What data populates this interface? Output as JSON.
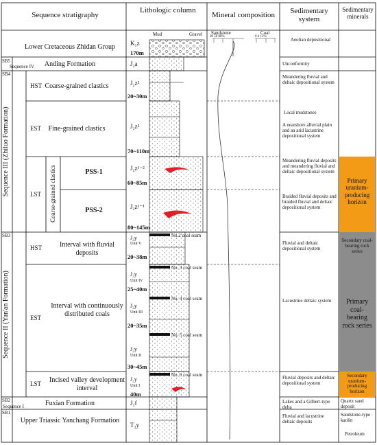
{
  "headers": {
    "seq": "Sequence stratigraphy",
    "litho": "Lithologic column",
    "mineral": "Mineral composition",
    "sed_system": "Sedimentary system",
    "sed_minerals": "Sedimentary minerals",
    "mud": "Mud",
    "gravel": "Gravel",
    "sandstone": "Sandstone",
    "coal": "Coal",
    "sand_scale": "20  50  80%",
    "coal_scale": "0  6  12%"
  },
  "sb": [
    "SB5",
    "SB4",
    "SB3",
    "SB2",
    "SB1"
  ],
  "sequences": {
    "iv": "Sequence IV",
    "iii": "Sequence III (Zhiluo Formation)",
    "ii": "Sequence II (Yan'an Formation)",
    "i": "Sequence I"
  },
  "systems_tracts": [
    "HST",
    "EST",
    "LST",
    "HST",
    "EST",
    "LST"
  ],
  "ccc_label": "Coarse-grained clastics",
  "units": {
    "zhidan": "Lower Cretaceous Zhidan Group",
    "anding": "Anding Formation",
    "coarse_hst": "Coarse-grained clastics",
    "fine_est": "Fine-grained clastics",
    "pss1": "PSS-1",
    "pss2": "PSS-2",
    "fluvial_hst": "Interval with fluvial deposits",
    "coal_est": "Interval with continuously distributed coals",
    "incised": "Incised valley development interval",
    "fuxian": "Fuxian Formation",
    "yanchang": "Upper Triassic Yanchang Formation"
  },
  "codes": {
    "zhidan": "K₁z",
    "anding": "J₂a",
    "coarse": "J₂z²",
    "fine": "J₂z²",
    "pss1": "J₂z¹⁻²",
    "pss2": "J₂z¹⁻¹",
    "u5": "J₂y",
    "u5b": "Unit V",
    "u4": "J₂y",
    "u4b": "Unit IV",
    "u3": "J₂y",
    "u3b": "Unit III",
    "u2": "J₂y",
    "u2b": "Unit II",
    "u1": "J₂y",
    "u1b": "Unit I",
    "fuxian": "J₁f",
    "yanchang": "T₃y"
  },
  "thickness": {
    "zhidan": "170m",
    "coarse": "20~30m",
    "fine": "70~110m",
    "pss1": "60~85m",
    "pss2": "80~145m",
    "u5": "20~38m",
    "u4": "25~40m",
    "u3": "20~35m",
    "u2": "30~45m",
    "u1": "40m"
  },
  "coal_seams": [
    "No.2 coal seam",
    "No. 3 coal seam",
    "No. 4 coal seam",
    "No. 5 coal seam",
    "No. 6 coal seam"
  ],
  "sed_system": {
    "zhidan": "Aeolian depositional",
    "anding": "Unconformity",
    "coarse": "Meandering fluvial and deltaic depositional system",
    "local": "Local mudstones",
    "fine": "A nearshore alluvial plain and an arid lacustrine depositional system",
    "pss1": "Meandering fluvial deposits and meandering fluvial and deltaic depositional system",
    "pss2": "Braided fluvial deposits and braided fluvial and deltaic depositional system",
    "fluvial": "Fluvial and deltaic depositional system",
    "coal": "Lacustrine deltaic system",
    "incised": "Fluvial deposits and deltaic depositional system",
    "fuxian": "Lakes and a Gilbert-type delta",
    "yanchang": "Fluvial and lacustrine deltaic deposits"
  },
  "sed_minerals": {
    "primary_u": "Primary uranium-producing horizon",
    "secondary_coal": "Secondary coal-bearing rock series",
    "primary_coal": "Primary coal-bearing rock series",
    "secondary_u": "Secondary uranium-producing horizon",
    "quartz": "Quartz sand deposit",
    "kaolin": "Sandstone-type kaolin",
    "petroleum": "Petroleum"
  },
  "colors": {
    "orange": "#f39a16",
    "gray_dark": "#8c8c8c",
    "gray_light": "#a6a6a6",
    "red": "#e31e24"
  }
}
